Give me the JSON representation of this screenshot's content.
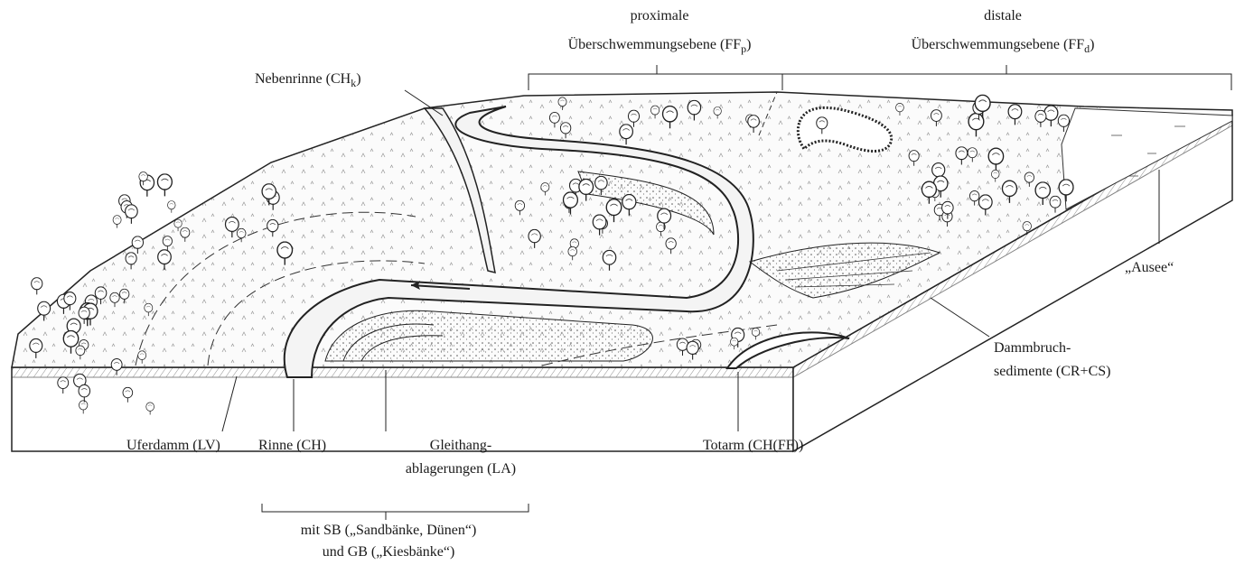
{
  "labels": {
    "proximal_line1": "proximale",
    "proximal_line2": "Überschwemmungsebene (FF",
    "proximal_sub": "p",
    "distal_line1": "distale",
    "distal_line2": "Überschwemmungsebene (FF",
    "distal_sub": "d",
    "nebenrinne": "Nebenrinne (CH",
    "nebenrinne_sub": "k",
    "ausee": "„Ausee“",
    "dammbruch_line1": "Dammbruch-",
    "dammbruch_line2": "sedimente (CR+CS)",
    "uferdamm": "Uferdamm (LV)",
    "rinne": "Rinne (CH)",
    "gleithang_line1": "Gleithang-",
    "gleithang_line2": "ablagerungen (LA)",
    "totarm": "Totarm (CH(FF))",
    "bars_line1": "mit SB („Sandbänke, Dünen“)",
    "bars_line2": "und GB („Kiesbänke“)"
  },
  "close_paren": ")",
  "colors": {
    "ink": "#1a1a1a",
    "paper": "#ffffff",
    "channel": "#f4f4f4",
    "floodplain": "#fbfbfb",
    "stipple": "#8a8a8a"
  }
}
